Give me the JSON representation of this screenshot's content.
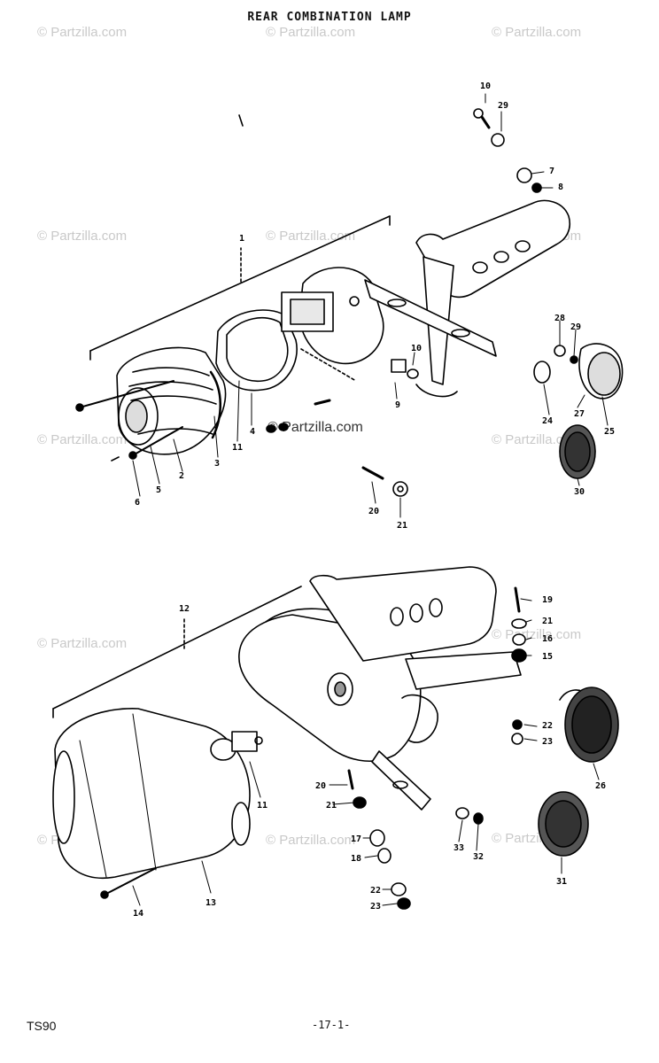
{
  "title": "REAR COMBINATION LAMP",
  "watermark": "© Partzilla.com",
  "model": "TS90",
  "page_number": "-17-1-",
  "callouts": {
    "c1": "1",
    "c2": "2",
    "c3": "3",
    "c4": "4",
    "c5": "5",
    "c6": "6",
    "c7": "7",
    "c8": "8",
    "c9": "9",
    "c10": "10",
    "c11": "11",
    "c12": "12",
    "c13": "13",
    "c14": "14",
    "c15": "15",
    "c16": "16",
    "c17": "17",
    "c18": "18",
    "c19": "19",
    "c20": "20",
    "c21": "21",
    "c22": "22",
    "c23": "23",
    "c24": "24",
    "c25": "25",
    "c26": "26",
    "c27": "27",
    "c28": "28",
    "c29": "29",
    "c30": "30",
    "c31": "31",
    "c32": "32",
    "c33": "33"
  }
}
